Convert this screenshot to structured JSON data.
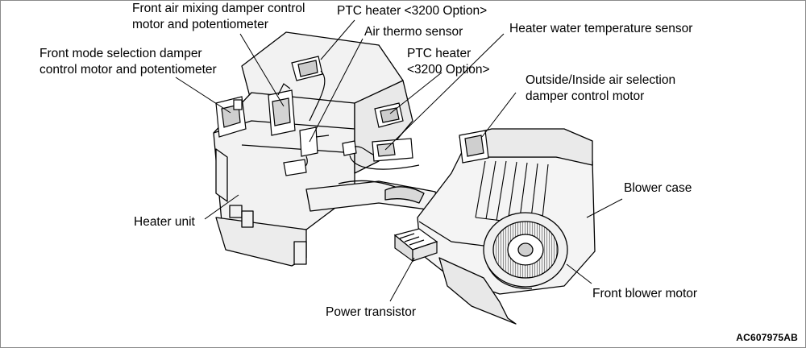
{
  "labels": {
    "front_air_mixing": [
      "Front air mixing damper control",
      "motor and potentiometer"
    ],
    "ptc_heater_top": "PTC heater <3200 Option>",
    "air_thermo": "Air thermo sensor",
    "heater_water_temp": "Heater water temperature sensor",
    "front_mode": [
      "Front mode selection damper",
      "control motor and potentiometer"
    ],
    "ptc_heater_right": [
      "PTC heater",
      "<3200 Option>"
    ],
    "outside_inside": [
      "Outside/Inside air selection",
      "damper control motor"
    ],
    "blower_case": "Blower case",
    "heater_unit": "Heater unit",
    "front_blower_motor": "Front blower motor",
    "power_transistor": "Power transistor"
  },
  "figure_code": "AC607975AB",
  "colors": {
    "line": "#000000",
    "fill": "#f2f2f2",
    "shade": "#d9d9d9",
    "background": "#ffffff"
  }
}
